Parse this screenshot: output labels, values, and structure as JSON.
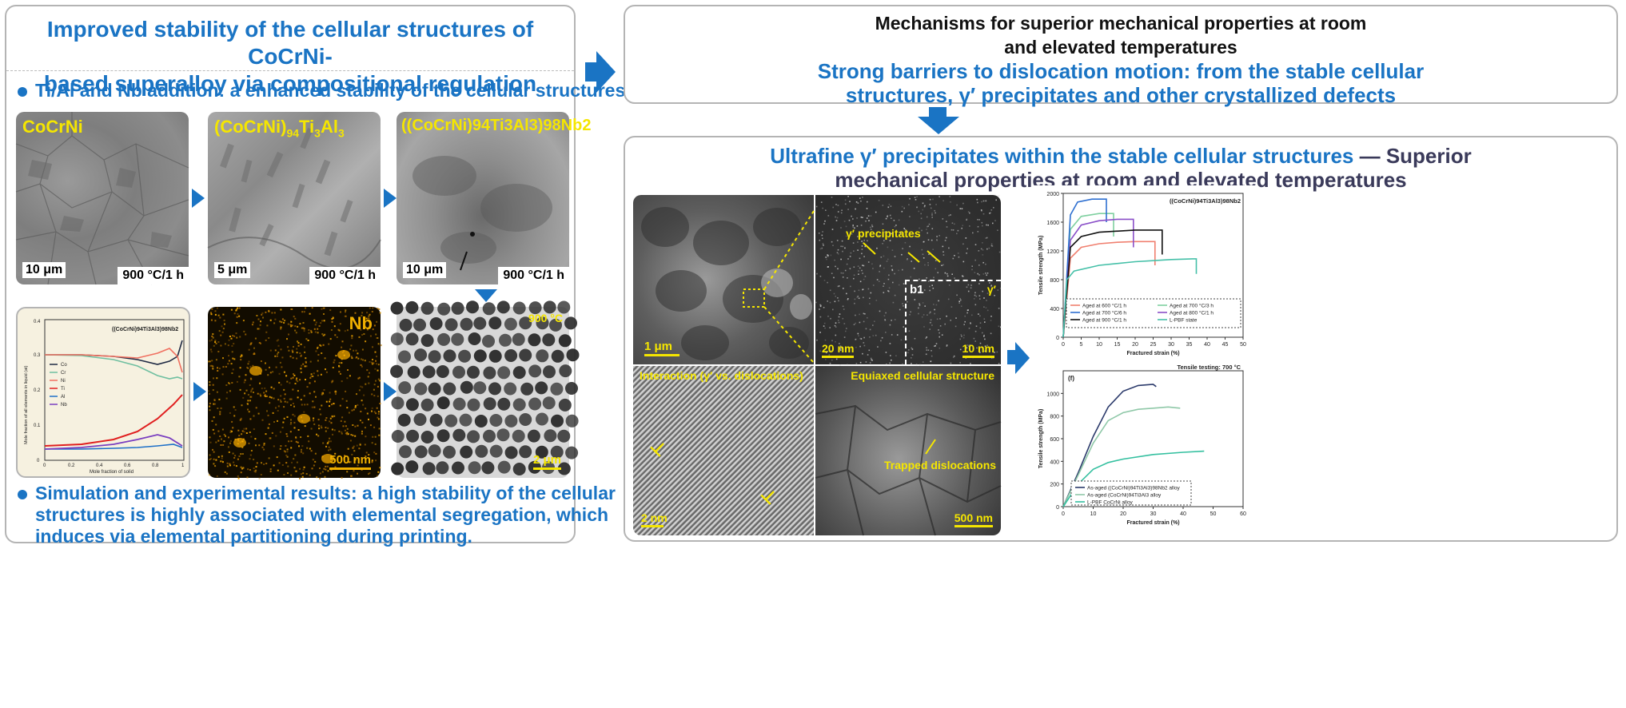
{
  "left": {
    "title_line1": "Improved stability of the cellular structures of CoCrNi-",
    "title_line2": "based superalloy via compositional regulation",
    "bullet1": "Ti/Al and Nb addition: a enhanced stability of the cellular structures",
    "bullet2_line1": "Simulation and experimental results: a high stability of the cellular",
    "bullet2_line2": "structures is highly associated with elemental segregation, which",
    "bullet2_line3": "induces via elemental partitioning during printing.",
    "img1": {
      "label": "CoCrNi",
      "scale": "10 μm",
      "temp": "900 °C/1 h"
    },
    "img2": {
      "label_main": "(CoCrNi)",
      "sub1": "94",
      "mid": "Ti",
      "sub2": "3",
      "mid2": "Al",
      "sub3": "3",
      "scale": "5 μm",
      "temp": "900 °C/1 h"
    },
    "img3": {
      "label": "((CoCrNi)94Ti3Al3)98Nb2",
      "scale": "10 μm",
      "temp": "900 °C/1 h"
    },
    "sim": {
      "title": "((CoCrNi)94Ti3Al3)98Nb2",
      "ylabel": "Mole fraction of all elements in liquid (at)",
      "xlabel": "Mole fraction of solid",
      "legend": [
        "Co",
        "Cr",
        "Ni",
        "Ti",
        "Al",
        "Nb"
      ],
      "yticks": [
        "0",
        "0.1",
        "0.2",
        "0.3",
        "0.4"
      ],
      "xticks": [
        "0",
        "0.2",
        "0.4",
        "0.6",
        "0.8",
        "1"
      ]
    },
    "nb_map": {
      "label": "Nb",
      "scale": "500 nm"
    },
    "cell_img": {
      "temp": "900 °C",
      "scale": "2 μm"
    }
  },
  "right": {
    "mech_title_line1": "Mechanisms for superior mechanical properties at room",
    "mech_title_line2": "and elevated temperatures",
    "mech_sub_line1": "Strong barriers to dislocation motion: from the stable cellular",
    "mech_sub_line2": "structures, γ′ precipitates and other crystallized defects",
    "ultra_blue": "Ultrafine γ′ precipitates within the stable cellular structures",
    "ultra_dash": " — ",
    "ultra_dark": "Superior",
    "ultra_line2": "mechanical properties at room and elevated temperatures",
    "tem": {
      "scale1": "1 μm",
      "gprec": "γ′ precipitates",
      "scale2": "20 nm",
      "b1": "b1",
      "gamma": "γ′",
      "scale3": "10 nm",
      "interaction": "Interaction (γ′ vs. dislocations)",
      "scale4": "2 nm",
      "equiaxed": "Equiaxed cellular structure",
      "trapped": "Trapped dislocations",
      "scale5": "500 nm"
    }
  },
  "colors": {
    "accent": "#1a74c4",
    "dark_title": "#3a3a5a",
    "label_yellow": "#f5e600",
    "nb_orange": "#e8a000"
  },
  "chart_data": [
    {
      "type": "line",
      "title": "((CoCrNi)94Ti3Al3)98Nb2",
      "xlabel": "Fractured strain (%)",
      "ylabel": "Tensile strength (MPa)",
      "xlim": [
        0,
        50
      ],
      "ylim": [
        0,
        2000
      ],
      "xticks": [
        0,
        5,
        10,
        15,
        20,
        25,
        30,
        35,
        40,
        45,
        50
      ],
      "yticks": [
        0,
        400,
        800,
        1200,
        1600,
        2000
      ],
      "legend_position": "bottom",
      "series": [
        {
          "name": "Aged at 600 °C/1 h",
          "color": "#f08070",
          "x": [
            0,
            2,
            5,
            10,
            15,
            20,
            24,
            25.5,
            25.5
          ],
          "y": [
            0,
            1100,
            1250,
            1300,
            1320,
            1330,
            1330,
            1330,
            1000
          ]
        },
        {
          "name": "Aged at 700 °C/3 h",
          "color": "#7fd0a0",
          "x": [
            0,
            2,
            5,
            10,
            13,
            14,
            14
          ],
          "y": [
            0,
            1500,
            1680,
            1720,
            1720,
            1720,
            1400
          ]
        },
        {
          "name": "Aged at 700 °C/6 h",
          "color": "#2e6fd0",
          "x": [
            0,
            2,
            4,
            8,
            11.5,
            12,
            12
          ],
          "y": [
            0,
            1700,
            1880,
            1920,
            1920,
            1920,
            1600
          ]
        },
        {
          "name": "Aged at 800 °C/1 h",
          "color": "#8a4fc8",
          "x": [
            0,
            2,
            5,
            10,
            15,
            19,
            19.5,
            19.5
          ],
          "y": [
            0,
            1350,
            1560,
            1620,
            1640,
            1640,
            1640,
            1250
          ]
        },
        {
          "name": "Aged at 900 °C/1 h",
          "color": "#111111",
          "x": [
            0,
            2,
            5,
            10,
            20,
            27,
            27.5,
            27.5
          ],
          "y": [
            0,
            1250,
            1400,
            1460,
            1490,
            1490,
            1490,
            1150
          ]
        },
        {
          "name": "L-PBF state",
          "color": "#45c0a8",
          "x": [
            0,
            1,
            3,
            10,
            20,
            30,
            36,
            37,
            37
          ],
          "y": [
            0,
            800,
            920,
            1000,
            1050,
            1080,
            1090,
            1090,
            880
          ]
        }
      ]
    },
    {
      "type": "line",
      "title": "Tensile testing: 700 °C",
      "panel_label": "(f)",
      "xlabel": "Fractured strain (%)",
      "ylabel": "Tensile strength (MPa)",
      "xlim": [
        0,
        60
      ],
      "ylim": [
        0,
        1200
      ],
      "xticks": [
        0,
        10,
        20,
        30,
        40,
        50,
        60
      ],
      "yticks": [
        0,
        200,
        400,
        600,
        800,
        1000
      ],
      "legend_position": "bottom-left",
      "series": [
        {
          "name": "As-aged ((CoCrNi)94Ti3Al3)98Nb2 alloy",
          "color": "#2b3a6b",
          "x": [
            0,
            5,
            10,
            15,
            20,
            25,
            30,
            31
          ],
          "y": [
            0,
            300,
            620,
            880,
            1020,
            1070,
            1080,
            1060
          ]
        },
        {
          "name": "As-aged (CoCrNi)94Ti3Al3 alloy",
          "color": "#8fc8a8",
          "x": [
            0,
            5,
            10,
            15,
            20,
            25,
            30,
            35,
            39
          ],
          "y": [
            0,
            280,
            560,
            760,
            830,
            860,
            870,
            880,
            870
          ]
        },
        {
          "name": "L-PBF CoCrNi alloy",
          "color": "#35c0a0",
          "x": [
            0,
            5,
            10,
            15,
            20,
            30,
            40,
            47
          ],
          "y": [
            0,
            200,
            330,
            390,
            420,
            460,
            480,
            490
          ]
        }
      ]
    }
  ]
}
